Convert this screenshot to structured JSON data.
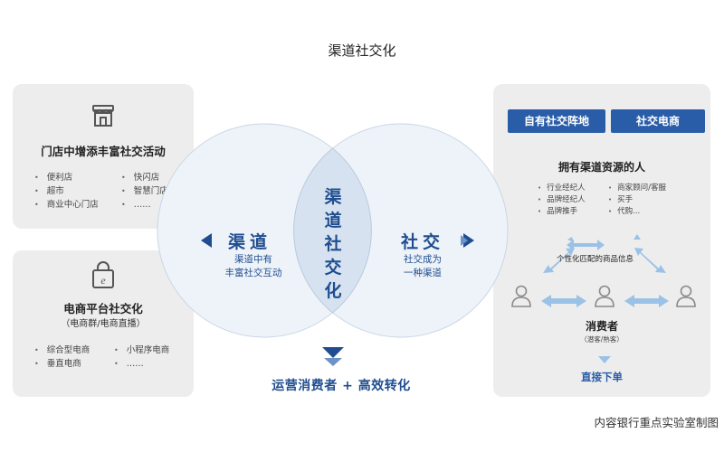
{
  "title": "渠道社交化",
  "left_top_panel": {
    "icon": "storefront-icon",
    "title": "门店中增添丰富社交活动",
    "col1": [
      "便利店",
      "超市",
      "商业中心门店"
    ],
    "col2": [
      "快闪店",
      "智慧门店",
      "……"
    ]
  },
  "left_bottom_panel": {
    "icon": "shopping-bag-icon",
    "title": "电商平台社交化",
    "subtitle": "（电商群/电商直播）",
    "col1": [
      "综合型电商",
      "垂直电商"
    ],
    "col2": [
      "小程序电商",
      "……"
    ]
  },
  "venn": {
    "left_big": "渠道",
    "left_small_1": "渠道中有",
    "left_small_2": "丰富社交互动",
    "center_chars": [
      "渠",
      "道",
      "社",
      "交",
      "化"
    ],
    "right_big": "社交",
    "right_small_1": "社交成为",
    "right_small_2": "一种渠道",
    "result": "运营消费者 + 高效转化"
  },
  "right_panel": {
    "tag1": "自有社交阵地",
    "tag2": "社交电商",
    "heading": "拥有渠道资源的人",
    "col1": [
      "行业经纪人",
      "品牌经纪人",
      "品牌推手"
    ],
    "col2": [
      "商家顾问/客服",
      "买手",
      "代购..."
    ],
    "network_note": "个性化匹配的商品信息",
    "consumer": "消费者",
    "consumer_sub": "（潜客/熟客）",
    "direct": "直接下单"
  },
  "caption": "内容银行重点实验室制图",
  "colors": {
    "accent": "#1f4d8f",
    "tag_bg": "#2a5da8",
    "arrow": "#9bc2e6",
    "panel_bg": "#ededed",
    "circle_fill": "#eef3f9",
    "overlap_fill": "#d6e2f0"
  }
}
